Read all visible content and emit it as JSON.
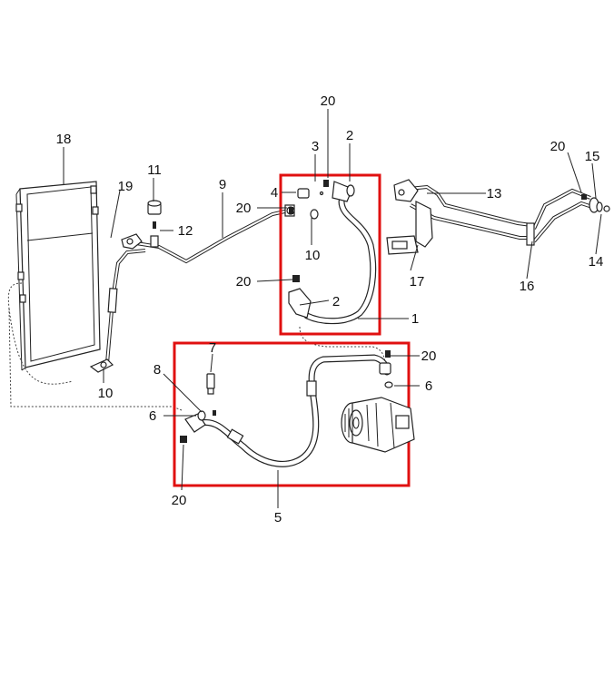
{
  "callouts": {
    "c1": "1",
    "c2a": "2",
    "c2b": "2",
    "c3": "3",
    "c4": "4",
    "c5": "5",
    "c6a": "6",
    "c6b": "6",
    "c7": "7",
    "c8": "8",
    "c9": "9",
    "c10a": "10",
    "c10b": "10",
    "c11": "11",
    "c12": "12",
    "c13": "13",
    "c14": "14",
    "c15": "15",
    "c16": "16",
    "c17": "17",
    "c18": "18",
    "c19": "19",
    "c20a": "20",
    "c20b": "20",
    "c20c": "20",
    "c20d": "20",
    "c20e": "20",
    "c20f": "20"
  },
  "highlight_color": "#e01010"
}
